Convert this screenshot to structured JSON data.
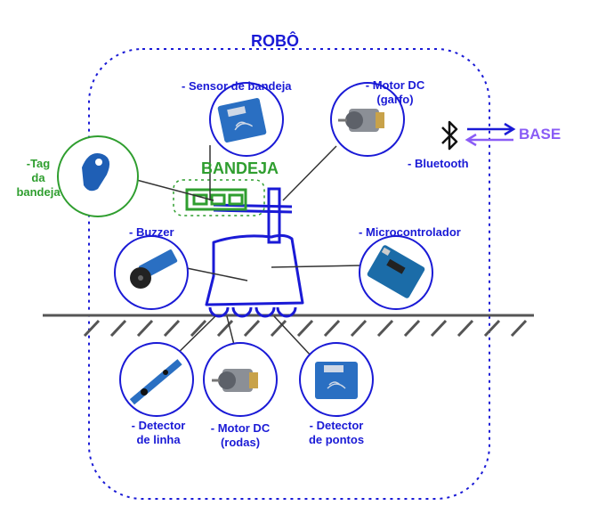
{
  "diagram": {
    "robot_title": "ROBÔ",
    "base_label": "BASE",
    "bluetooth_label": "- Bluetooth",
    "tray_label": "BANDEJA",
    "tray_tag": {
      "line1": "-Tag",
      "line2": "da",
      "line3": "bandeja"
    },
    "tray_sensor_label": "- Sensor de bandeja",
    "motor_fork": {
      "line1": "- Motor DC",
      "line2": "(garfo)"
    },
    "buzzer_label": "- Buzzer",
    "microcontroller_label": "- Microcontrolador",
    "line_detector": {
      "line1": "- Detector",
      "line2": "de linha"
    },
    "motor_wheels": {
      "line1": "- Motor DC",
      "line2": "(rodas)"
    },
    "point_detector": {
      "line1": "- Detector",
      "line2": "de pontos"
    },
    "colors": {
      "blue": "#1a1ad6",
      "green": "#2f9e2f",
      "purple": "#8a5cf6",
      "ground": "#555555"
    },
    "icons": [
      "rfid-tag-icon",
      "rfid-reader-icon",
      "dc-motor-icon",
      "bluetooth-icon",
      "buzzer-module-icon",
      "arduino-board-icon",
      "line-sensor-icon"
    ]
  }
}
